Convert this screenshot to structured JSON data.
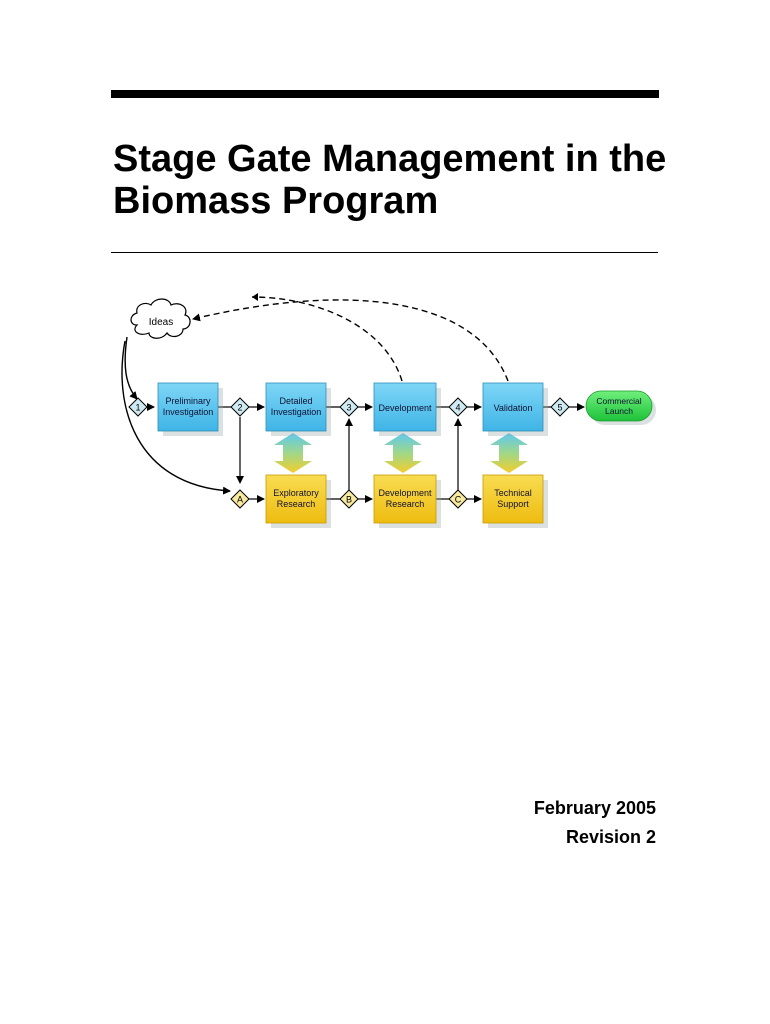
{
  "document": {
    "title": "Stage Gate Management in the Biomass Program",
    "date": "February 2005",
    "revision": "Revision 2"
  },
  "diagram": {
    "cloud_label": "Ideas",
    "stages": [
      {
        "id": "preliminary-investigation",
        "lines": [
          "Preliminary",
          "Investigation"
        ]
      },
      {
        "id": "detailed-investigation",
        "lines": [
          "Detailed",
          "Investigation"
        ]
      },
      {
        "id": "development",
        "lines": [
          "Development"
        ]
      },
      {
        "id": "validation",
        "lines": [
          "Validation"
        ]
      }
    ],
    "launch": {
      "lines": [
        "Commercial",
        "Launch"
      ]
    },
    "research_stages": [
      {
        "id": "exploratory-research",
        "lines": [
          "Exploratory",
          "Research"
        ]
      },
      {
        "id": "development-research",
        "lines": [
          "Development",
          "Research"
        ]
      },
      {
        "id": "technical-support",
        "lines": [
          "Technical",
          "Support"
        ]
      }
    ],
    "gates_numbered": [
      "1",
      "2",
      "3",
      "4",
      "5"
    ],
    "gates_lettered": [
      "A",
      "B",
      "C"
    ],
    "colors": {
      "stage_fill": "#5ec8f0",
      "research_fill": "#f3cd2b",
      "launch_fill": "#35d64a",
      "gate_fill": "#cfeaf2"
    }
  }
}
